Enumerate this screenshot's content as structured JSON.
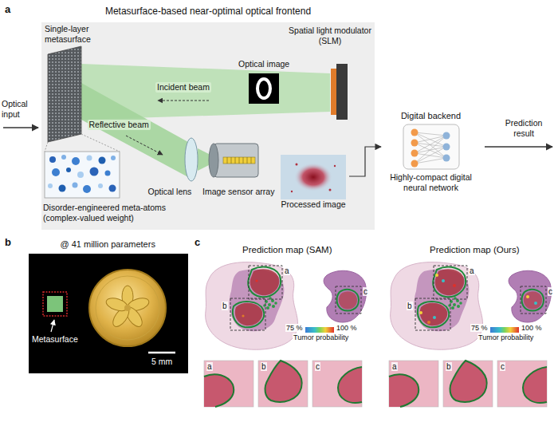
{
  "diagram": {
    "nodes": [
      {
        "text": [
          "Metasurface-based near-optimal optical frontend"
        ]
      },
      {
        "text": [
          "Processed image"
        ],
        "in": 0
      },
      {
        "text": [
          "Digital backend",
          "Highly-compact digital neural network"
        ]
      }
    ],
    "edges": [
      {
        "from": 1,
        "to": 2,
        "arrow": "to"
      }
    ],
    "labels": [
      "a",
      "Optical input",
      "Single-layer metasurface",
      "Spatial light modulator (SLM)",
      "Optical image",
      "Incident beam",
      "Reflective beam",
      "Disorder-engineered meta-atoms (complex-valued weight)",
      "Optical lens",
      "Image sensor array",
      "Prediction result",
      "b",
      "@ 41 million parameters",
      "Metasurface",
      "5 mm",
      "c",
      "Prediction map (SAM)",
      "Prediction map (Ours)",
      "a",
      "b",
      "c",
      "75 %",
      "100 %",
      "Tumor probability",
      "a",
      "b",
      "c",
      "75 %",
      "100 %",
      "Tumor probability",
      "a",
      "b",
      "c",
      "a",
      "b",
      "c"
    ]
  }
}
